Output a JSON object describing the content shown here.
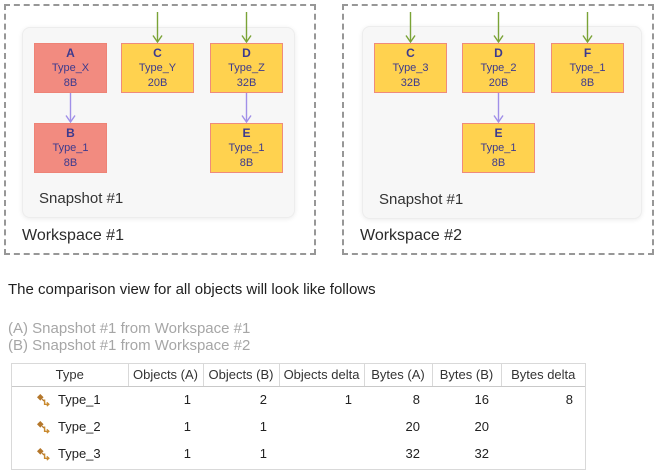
{
  "workspaces": [
    {
      "label": "Workspace #1",
      "snapshot_label": "Snapshot #1",
      "nodes": [
        {
          "id": "A",
          "type": "Type_X",
          "size": "8B",
          "color": "pink"
        },
        {
          "id": "C",
          "type": "Type_Y",
          "size": "20B",
          "color": "yellow"
        },
        {
          "id": "D",
          "type": "Type_Z",
          "size": "32B",
          "color": "yellow"
        },
        {
          "id": "B",
          "type": "Type_1",
          "size": "8B",
          "color": "pink"
        },
        {
          "id": "E",
          "type": "Type_1",
          "size": "8B",
          "color": "yellow"
        }
      ]
    },
    {
      "label": "Workspace #2",
      "snapshot_label": "Snapshot #1",
      "nodes": [
        {
          "id": "C",
          "type": "Type_3",
          "size": "32B",
          "color": "yellow"
        },
        {
          "id": "D",
          "type": "Type_2",
          "size": "20B",
          "color": "yellow"
        },
        {
          "id": "F",
          "type": "Type_1",
          "size": "8B",
          "color": "yellow"
        },
        {
          "id": "E",
          "type": "Type_1",
          "size": "8B",
          "color": "yellow"
        }
      ]
    }
  ],
  "description": {
    "title": "The comparison view for all objects will look like follows",
    "legend_a": "(A) Snapshot #1 from Workspace #1",
    "legend_b": "(B) Snapshot #1 from Workspace #2"
  },
  "table": {
    "columns": [
      "Type",
      "Objects (A)",
      "Objects (B)",
      "Objects delta",
      "Bytes (A)",
      "Bytes (B)",
      "Bytes delta"
    ],
    "rows": [
      {
        "type": "Type_1",
        "objects_a": "1",
        "objects_b": "2",
        "objects_delta": "1",
        "bytes_a": "8",
        "bytes_b": "16",
        "bytes_delta": "8"
      },
      {
        "type": "Type_2",
        "objects_a": "1",
        "objects_b": "1",
        "objects_delta": "",
        "bytes_a": "20",
        "bytes_b": "20",
        "bytes_delta": ""
      },
      {
        "type": "Type_3",
        "objects_a": "1",
        "objects_b": "1",
        "objects_delta": "",
        "bytes_a": "32",
        "bytes_b": "32",
        "bytes_delta": ""
      }
    ]
  },
  "colors": {
    "node_yellow": "#FFD24F",
    "node_pink": "#F28B80",
    "node_border": "#EF8B7B",
    "node_text": "#3C3A8E",
    "arrow_green": "#7AA336",
    "arrow_purple": "#A08FE8",
    "workspace_dash": "#979797",
    "type_icon_orange": "#BE7A28"
  }
}
